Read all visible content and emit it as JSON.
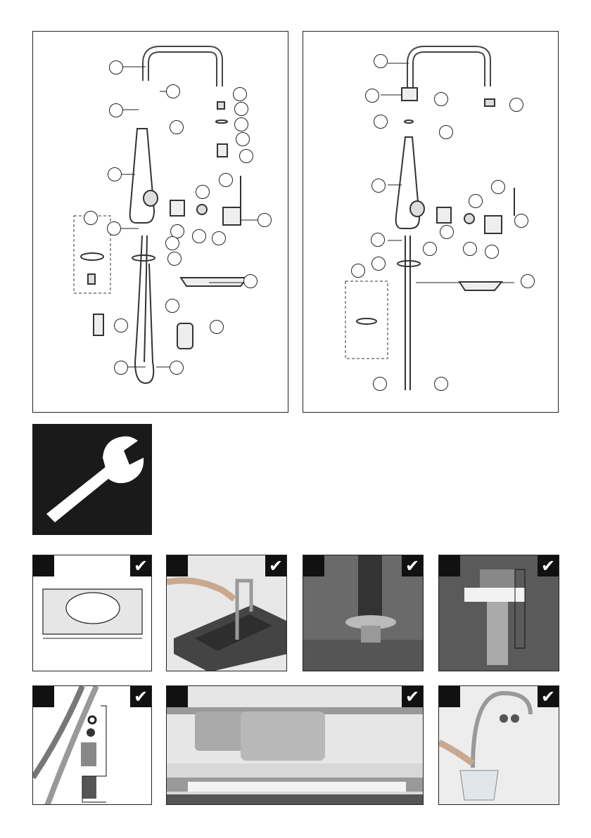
{
  "diagrams": [
    {
      "name": "faucet-variant-a"
    },
    {
      "name": "faucet-variant-b"
    }
  ],
  "steps": [
    {
      "check": "✔",
      "icon": "sink-cutout-hole"
    },
    {
      "check": "✔",
      "icon": "faucet-placement-photo"
    },
    {
      "check": "✔",
      "icon": "base-ring-photo"
    },
    {
      "check": "✔",
      "icon": "mounting-nut-photo"
    },
    {
      "check": "✔",
      "icon": "hose-connector-parts"
    },
    {
      "check": "✔",
      "icon": "under-sink-photo"
    },
    {
      "check": "✔",
      "icon": "flushing-photo"
    }
  ],
  "section_icon": "wrench-icon"
}
